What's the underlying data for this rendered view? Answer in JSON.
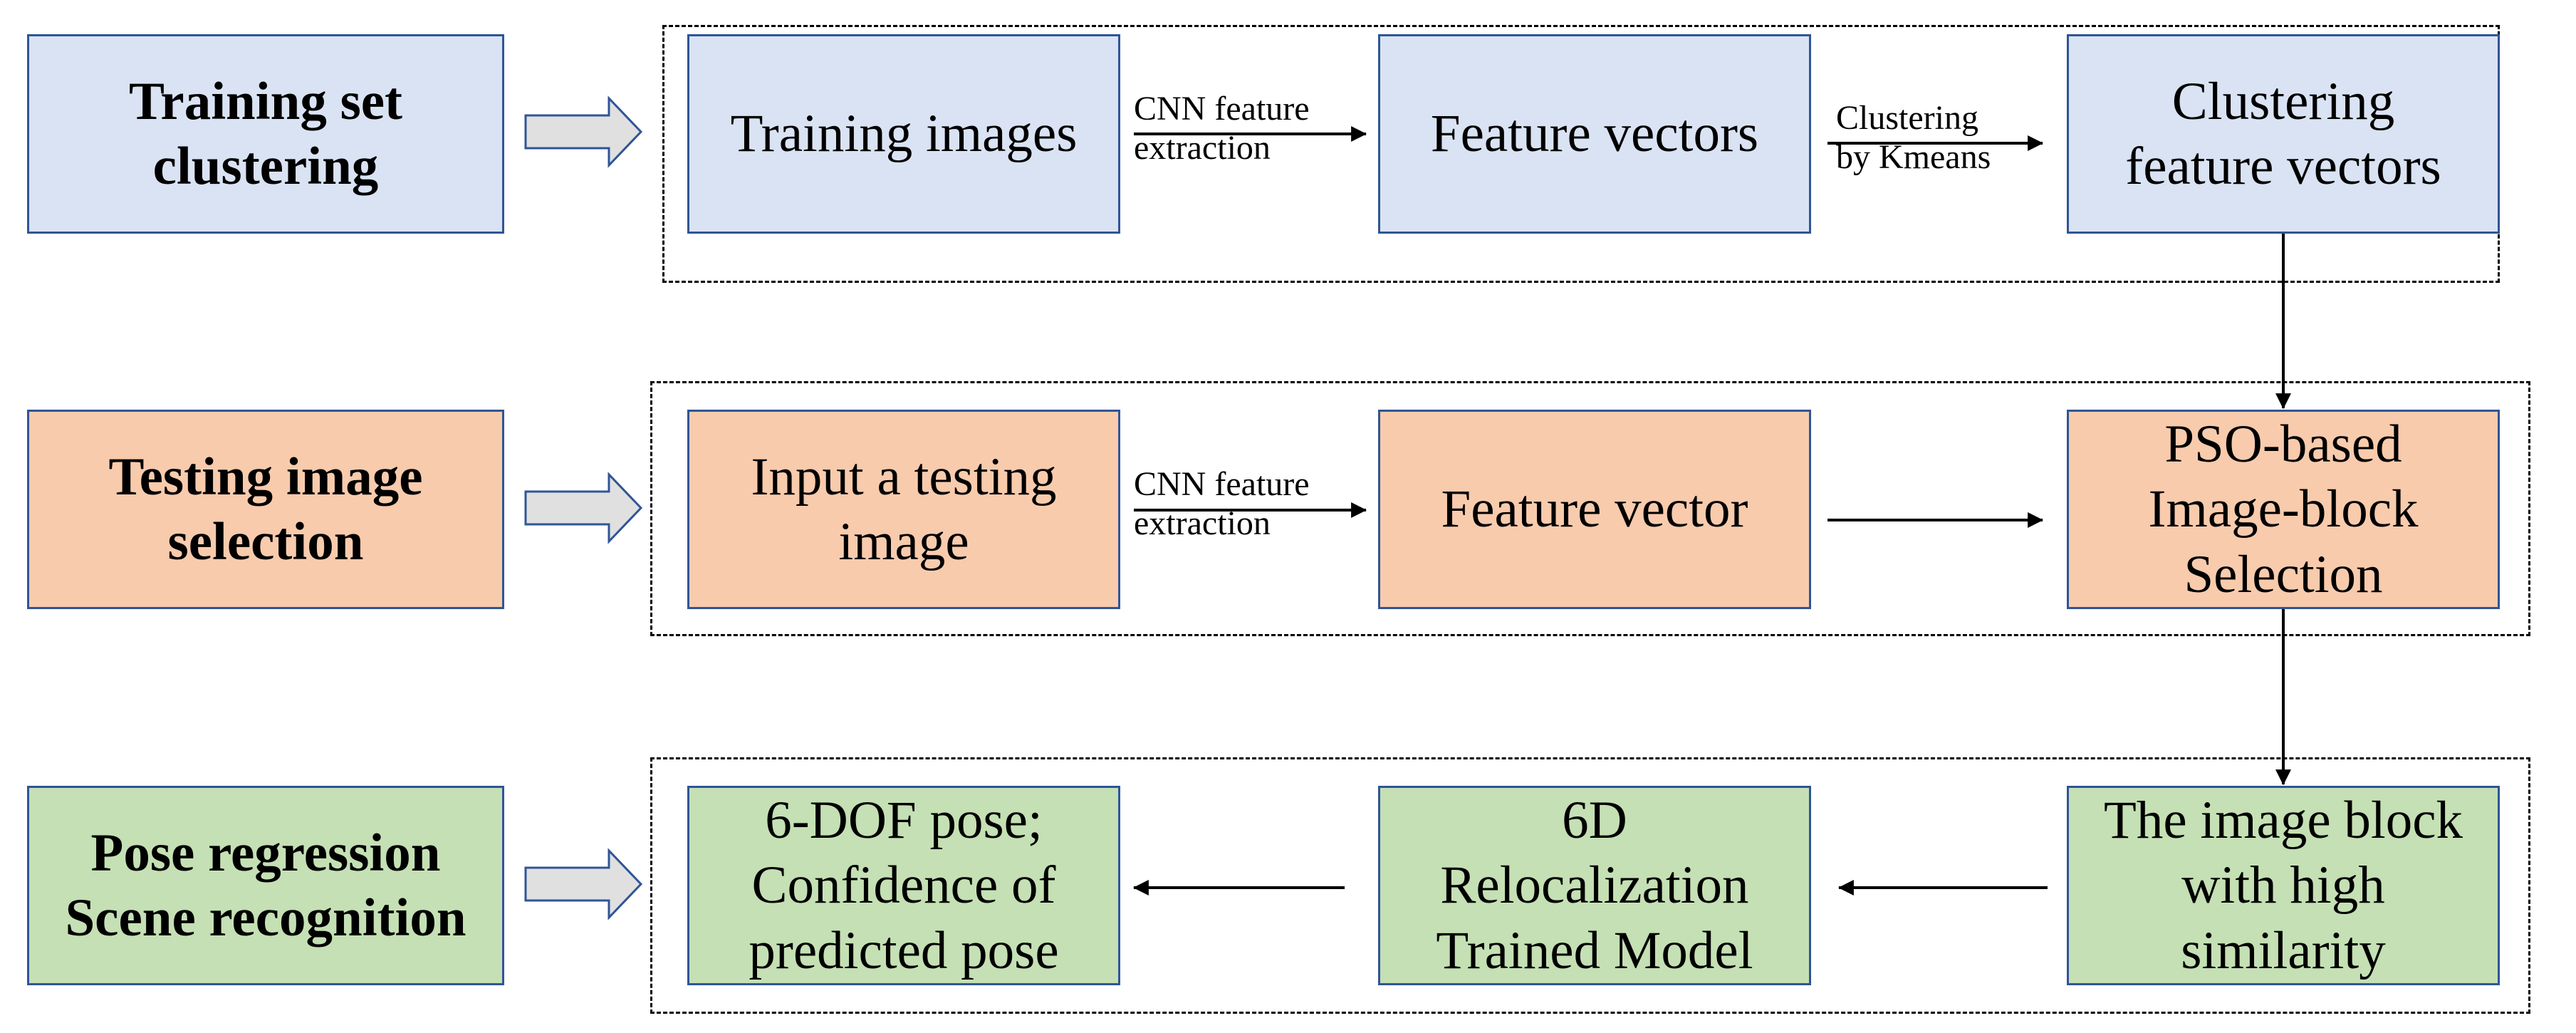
{
  "rows": [
    {
      "id": "training",
      "label": "Training set\nclustering",
      "steps": [
        "Training images",
        "Feature vectors",
        "Clustering\nfeature vectors"
      ],
      "edges": [
        "CNN feature\nextraction",
        "Clustering\nby Kmeans"
      ]
    },
    {
      "id": "testing",
      "label": "Testing image\nselection",
      "steps": [
        "Input a testing\nimage",
        "Feature vector",
        "PSO-based\nImage-block\nSelection"
      ],
      "edges": [
        "CNN feature\nextraction",
        ""
      ]
    },
    {
      "id": "pose",
      "label": "Pose regression\nScene recognition",
      "steps": [
        "6-DOF pose;\nConfidence of\npredicted pose",
        "6D\nRelocalization\nTrained Model",
        "The image block\nwith high\nsimilarity"
      ],
      "edges": [
        "",
        ""
      ]
    }
  ],
  "colors": {
    "border": "#2F5597",
    "training_fill": "#DAE3F3",
    "testing_fill": "#F8CBAD",
    "pose_fill": "#C5E0B4",
    "block_arrow_fill": "#E0E0E0",
    "block_arrow_stroke": "#2F5597"
  }
}
